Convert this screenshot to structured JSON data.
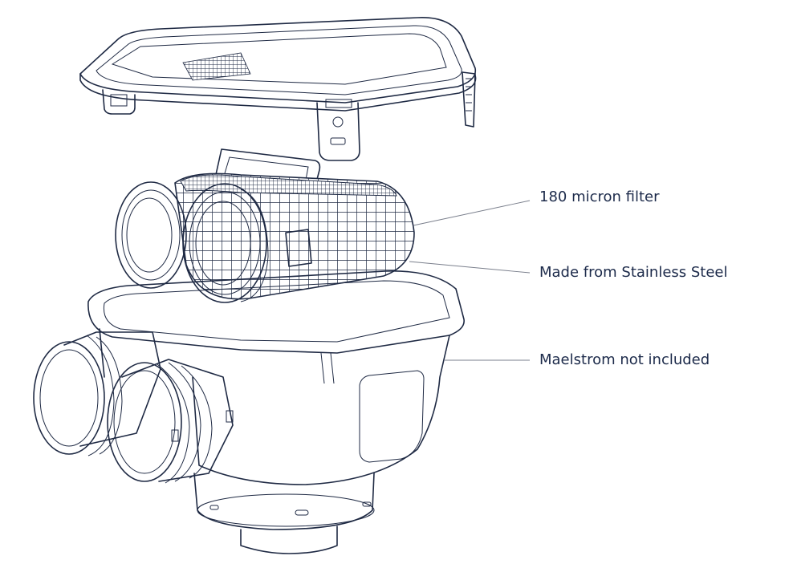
{
  "colors": {
    "ink": "#1f2a44",
    "label": "#1c2a4a",
    "background": "#ffffff"
  },
  "callouts": [
    {
      "id": "filter",
      "text": "180 micron filter"
    },
    {
      "id": "material",
      "text": "Made from Stainless Steel"
    },
    {
      "id": "maelstrom",
      "text": "Maelstrom not included"
    }
  ]
}
